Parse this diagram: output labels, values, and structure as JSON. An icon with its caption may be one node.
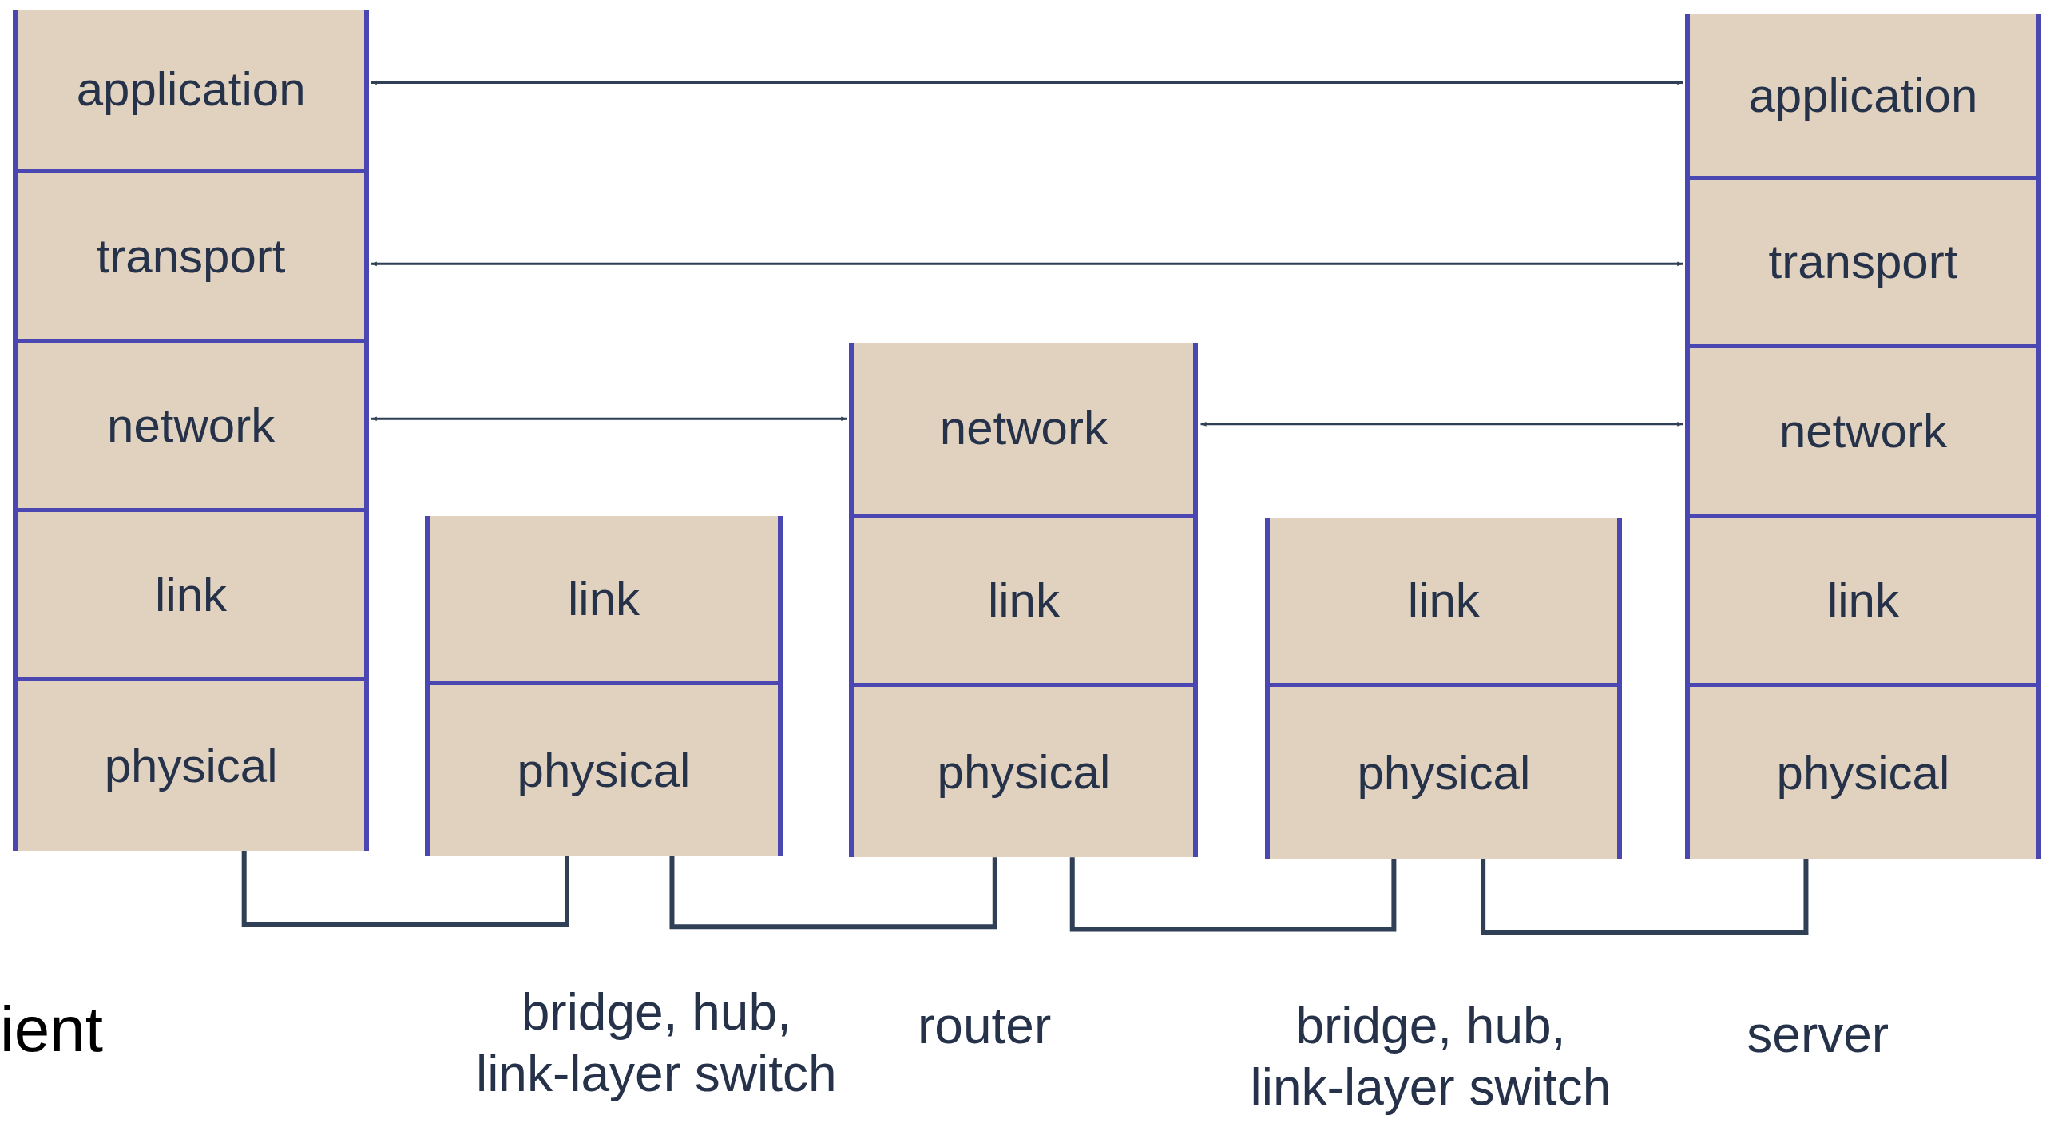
{
  "diagram": {
    "nodes": [
      {
        "text": [],
        "shape": "box",
        "beside": [
          "ient"
        ]
      },
      {
        "text": [
          "application"
        ],
        "in": 0
      },
      {
        "text": [
          "transport"
        ],
        "in": 0
      },
      {
        "text": [
          "network"
        ],
        "in": 0
      },
      {
        "text": [
          "link"
        ],
        "in": 0
      },
      {
        "text": [
          "physical"
        ],
        "in": 0
      },
      {
        "text": [],
        "shape": "box",
        "beside": [
          "bridge, hub, link-layer switch"
        ]
      },
      {
        "text": [
          "link"
        ],
        "in": 6
      },
      {
        "text": [
          "physical"
        ],
        "in": 6
      },
      {
        "text": [],
        "shape": "box",
        "beside": [
          "router"
        ]
      },
      {
        "text": [
          "network"
        ],
        "in": 9
      },
      {
        "text": [
          "link"
        ],
        "in": 9
      },
      {
        "text": [
          "physical"
        ],
        "in": 9
      },
      {
        "text": [],
        "shape": "box",
        "beside": [
          "bridge, hub, link-layer switch"
        ]
      },
      {
        "text": [
          "link"
        ],
        "in": 13
      },
      {
        "text": [
          "physical"
        ],
        "in": 13
      },
      {
        "text": [],
        "shape": "box",
        "beside": [
          "server"
        ]
      },
      {
        "text": [
          "application"
        ],
        "in": 16
      },
      {
        "text": [
          "transport"
        ],
        "in": 16
      },
      {
        "text": [
          "network"
        ],
        "in": 16
      },
      {
        "text": [
          "link"
        ],
        "in": 16
      },
      {
        "text": [
          "physical"
        ],
        "in": 16
      }
    ],
    "edges": [
      {
        "from": 1,
        "to": 17,
        "arrow": "both"
      },
      {
        "from": 2,
        "to": 18,
        "arrow": "both"
      },
      {
        "from": 3,
        "to": 10,
        "arrow": "both"
      },
      {
        "from": 10,
        "to": 19,
        "arrow": "both"
      },
      {
        "from": 5,
        "to": 8,
        "arrow": "none"
      },
      {
        "from": 8,
        "to": 12,
        "arrow": "none"
      },
      {
        "from": 12,
        "to": 15,
        "arrow": "none"
      },
      {
        "from": 15,
        "to": 21,
        "arrow": "none"
      }
    ]
  }
}
